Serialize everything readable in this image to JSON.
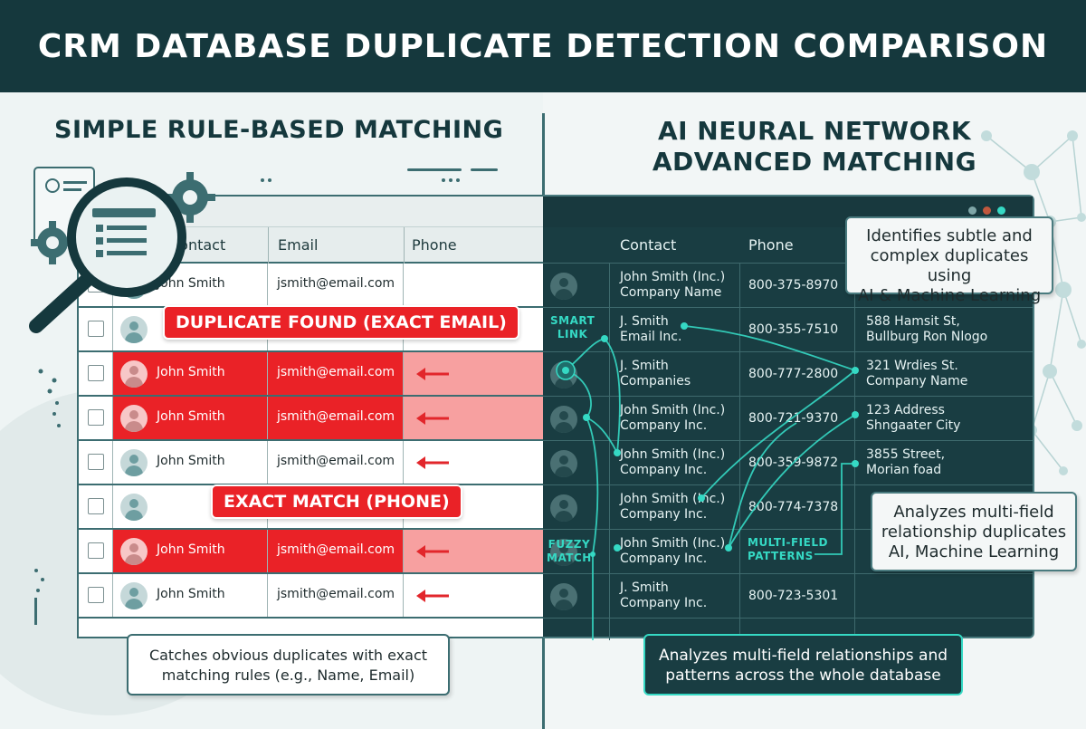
{
  "title": "CRM DATABASE DUPLICATE DETECTION COMPARISON",
  "colors": {
    "header_bg": "#15383d",
    "duplicate_red": "#ea2227",
    "duplicate_pink": "#f7a0a0",
    "glow_teal": "#35d9c4",
    "ai_panel_bg": "#193d42"
  },
  "left": {
    "title": "SIMPLE RULE-BASED MATCHING",
    "columns": [
      "Contact",
      "Email",
      "Phone"
    ],
    "rows": [
      {
        "contact": "John Smith",
        "email": "jsmith@email.com",
        "duplicate": false,
        "arrow": false
      },
      {
        "contact": "",
        "email": "",
        "duplicate": false,
        "arrow": false
      },
      {
        "contact": "John Smith",
        "email": "jsmith@email.com",
        "duplicate": true,
        "arrow": true
      },
      {
        "contact": "John Smith",
        "email": "jsmith@email.com",
        "duplicate": true,
        "arrow": true
      },
      {
        "contact": "John Smith",
        "email": "jsmith@email.com",
        "duplicate": false,
        "arrow": true
      },
      {
        "contact": "",
        "email": "",
        "duplicate": false,
        "arrow": false
      },
      {
        "contact": "John Smith",
        "email": "jsmith@email.com",
        "duplicate": true,
        "arrow": true
      },
      {
        "contact": "John Smith",
        "email": "jsmith@email.com",
        "duplicate": false,
        "arrow": true
      }
    ],
    "badge_email": "DUPLICATE FOUND (EXACT EMAIL)",
    "badge_phone": "EXACT MATCH (PHONE)",
    "callout": [
      "Catches obvious duplicates with exact",
      "matching rules (e.g., Name, Email)"
    ]
  },
  "right": {
    "title_line1": "AI NEURAL NETWORK",
    "title_line2": "ADVANCED MATCHING",
    "columns": [
      "Contact",
      "Phone"
    ],
    "rows": [
      {
        "contact": [
          "John Smith (Inc.)",
          "Company Name"
        ],
        "phone": "800-375-8970",
        "address": [
          "",
          ""
        ]
      },
      {
        "contact": [
          "J. Smith",
          "Email Inc."
        ],
        "phone": "800-355-7510",
        "address": [
          "588 Hamsit St,",
          "Bullburg Ron Nlogo"
        ]
      },
      {
        "contact": [
          "J. Smith",
          "Companies"
        ],
        "phone": "800-777-2800",
        "address": [
          "321 Wrdies St.",
          "Company Name"
        ]
      },
      {
        "contact": [
          "John Smith (Inc.)",
          "Company Inc."
        ],
        "phone": "800-721-9370",
        "address": [
          "123 Address",
          "Shngaater City"
        ]
      },
      {
        "contact": [
          "John Smith (Inc.)",
          "Company Inc."
        ],
        "phone": "800-359-9872",
        "address": [
          "3855 Street,",
          "Morian foad"
        ]
      },
      {
        "contact": [
          "John Smith (Inc.)",
          "Company Inc."
        ],
        "phone": "800-774-7378",
        "address": [
          "",
          ""
        ]
      },
      {
        "contact": [
          "John Smith (Inc.)",
          "Company Inc."
        ],
        "phone": "",
        "address": [
          "",
          ""
        ]
      },
      {
        "contact": [
          "J. Smith",
          "Company Inc."
        ],
        "phone": "800-723-5301",
        "address": [
          "",
          ""
        ]
      }
    ],
    "labels": {
      "smart_link": [
        "SMART",
        "LINK"
      ],
      "fuzzy_match": [
        "FUZZY",
        "MATCH"
      ],
      "multi_field": [
        "MULTI-FIELD",
        "PATTERNS"
      ]
    },
    "callout_top": [
      "Identifies subtle and",
      "complex duplicates using",
      "AI & Machine Learning"
    ],
    "callout_mid": [
      "Analyzes multi-field",
      "relationship duplicates",
      "AI, Machine Learning"
    ],
    "callout_bottom": [
      "Analyzes multi-field relationships and",
      "patterns across the whole database"
    ]
  }
}
